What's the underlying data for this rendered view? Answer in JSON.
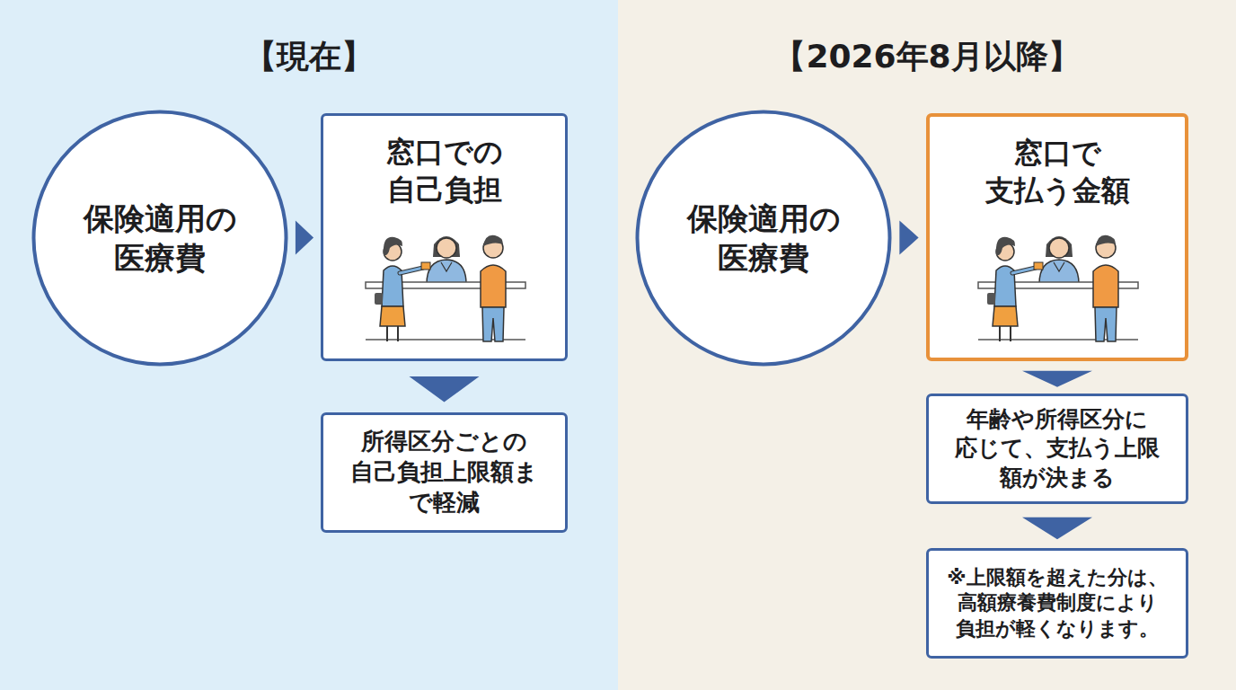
{
  "diagram": {
    "nodes": [
      {
        "text": [
          "【現在】"
        ]
      },
      {
        "text": [
          "保険適用の 医療費"
        ],
        "in": 0
      },
      {
        "text": [
          "窓口での 自己負担"
        ],
        "in": 0
      },
      {
        "text": [
          "所得区分ごとの 自己負担上限額ま で軽減"
        ],
        "in": 0
      },
      {
        "text": [
          "【2026年8月以降】"
        ]
      },
      {
        "text": [
          "保険適用の 医療費"
        ],
        "in": 4
      },
      {
        "text": [
          "窓口で 支払う金額"
        ],
        "in": 4
      },
      {
        "text": [
          "年齢や所得区分に 応じて、支払う上限 額が決まる"
        ],
        "in": 4
      },
      {
        "text": [
          "※上限額を超えた分は、 高額療養費制度により 負担が軽くなります。"
        ],
        "in": 4
      }
    ],
    "edges": [
      {
        "from": 1,
        "to": 2,
        "arrow": "to"
      },
      {
        "from": 2,
        "to": 3,
        "arrow": "to"
      },
      {
        "from": 5,
        "to": 6,
        "arrow": "to"
      },
      {
        "from": 6,
        "to": 7,
        "arrow": "to"
      },
      {
        "from": 7,
        "to": 8,
        "arrow": "to"
      }
    ]
  }
}
